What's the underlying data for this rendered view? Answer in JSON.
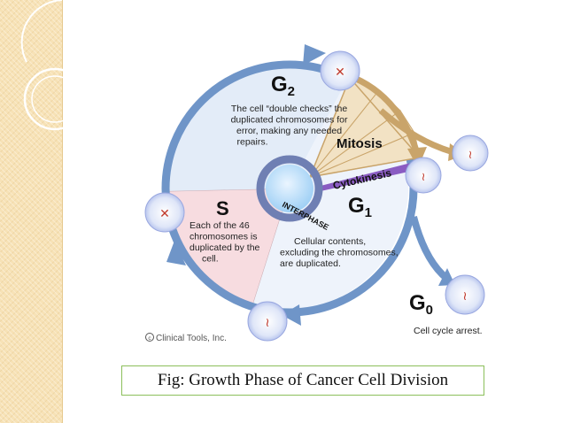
{
  "phases": {
    "g2": {
      "main": "G",
      "sub": "2"
    },
    "s": "S",
    "g1": {
      "main": "G",
      "sub": "1"
    },
    "g0": {
      "main": "G",
      "sub": "0"
    },
    "mitosis": "Mitosis",
    "cytokinesis": "Cytokinesis",
    "interphase": "INTERPHASE"
  },
  "descriptions": {
    "g2": [
      "The cell “double checks” the",
      "duplicated chromosomes for",
      "error, making any needed",
      "repairs."
    ],
    "s": [
      "Each of the 46",
      "chromosomes is",
      "duplicated by the",
      "cell."
    ],
    "g1": [
      "Cellular contents,",
      "excluding the chromosomes,",
      "are duplicated."
    ],
    "g0": "Cell cycle arrest."
  },
  "credit": "Clinical Tools, Inc.",
  "caption": "Fig: Growth Phase of Cancer Cell Division",
  "colors": {
    "ring": "#6f95c8",
    "g2_fill": "#e3ecf8",
    "s_fill": "#f7dce0",
    "mitosis": "#c9a46a",
    "cytokinesis": "#8a5cc2",
    "panel": "#f7e2b6",
    "caption_border": "#8bbf5b"
  }
}
